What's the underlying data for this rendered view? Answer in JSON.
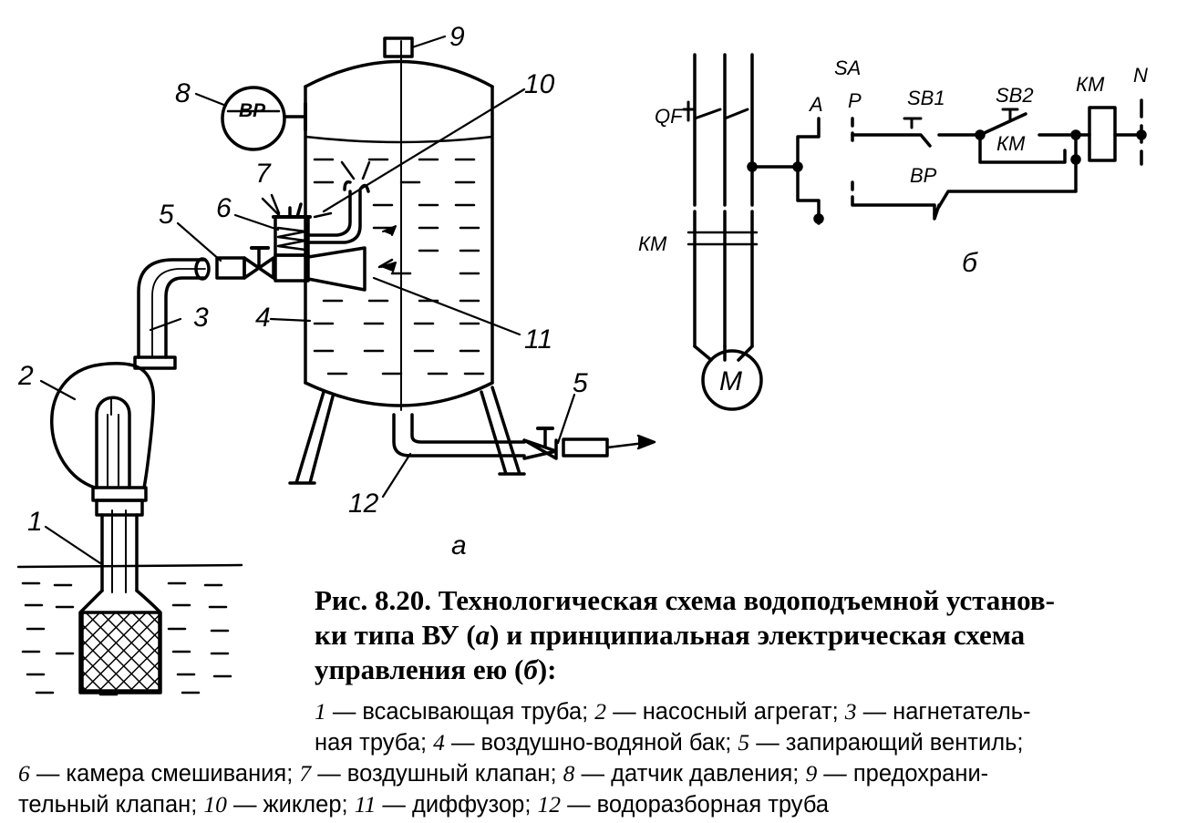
{
  "diagram_a": {
    "numbers": [
      "1",
      "2",
      "3",
      "4",
      "5",
      "6",
      "7",
      "8",
      "9",
      "10",
      "11",
      "12",
      "5"
    ],
    "sensor_label": "ВР",
    "motor_label": "М",
    "part_label": "а"
  },
  "diagram_b": {
    "labels": {
      "QF": "QF",
      "KM_top": "КМ",
      "KM_left": "КМ",
      "KM_contact": "КМ",
      "SA": "SA",
      "A": "А",
      "P": "Р",
      "SB1": "SB1",
      "SB2": "SB2",
      "N": "N",
      "BP": "ВР"
    },
    "part_label": "б"
  },
  "caption": {
    "prefix": "Рис. 8.20. Технологическая схема водоподъемной установ-",
    "line2_a": "ки типа ВУ (",
    "a": "а",
    "line2_b": ") и принципиальная электрическая схема",
    "line3_a": "управления ею (",
    "b": "б",
    "line3_b": "):"
  },
  "legend": {
    "row1": [
      {
        "n": "1",
        "t": " — всасывающая труба; "
      },
      {
        "n": "2",
        "t": " — насосный агрегат; "
      },
      {
        "n": "3",
        "t": " — нагнетатель-"
      }
    ],
    "row2": [
      {
        "n": "",
        "t": "ная труба; "
      },
      {
        "n": "4",
        "t": " — воздушно-водяной бак; "
      },
      {
        "n": "5",
        "t": " — запирающий вентиль;"
      }
    ],
    "row3": [
      {
        "n": "6",
        "t": " — камера смешивания; "
      },
      {
        "n": "7",
        "t": " — воздушный клапан; "
      },
      {
        "n": "8",
        "t": " — датчик давления; "
      },
      {
        "n": "9",
        "t": " — предохрани-"
      }
    ],
    "row4": [
      {
        "n": "",
        "t": "тельный клапан; "
      },
      {
        "n": "10",
        "t": " — жиклер; "
      },
      {
        "n": "11",
        "t": " — диффузор; "
      },
      {
        "n": "12",
        "t": " — водоразборная труба"
      }
    ]
  }
}
